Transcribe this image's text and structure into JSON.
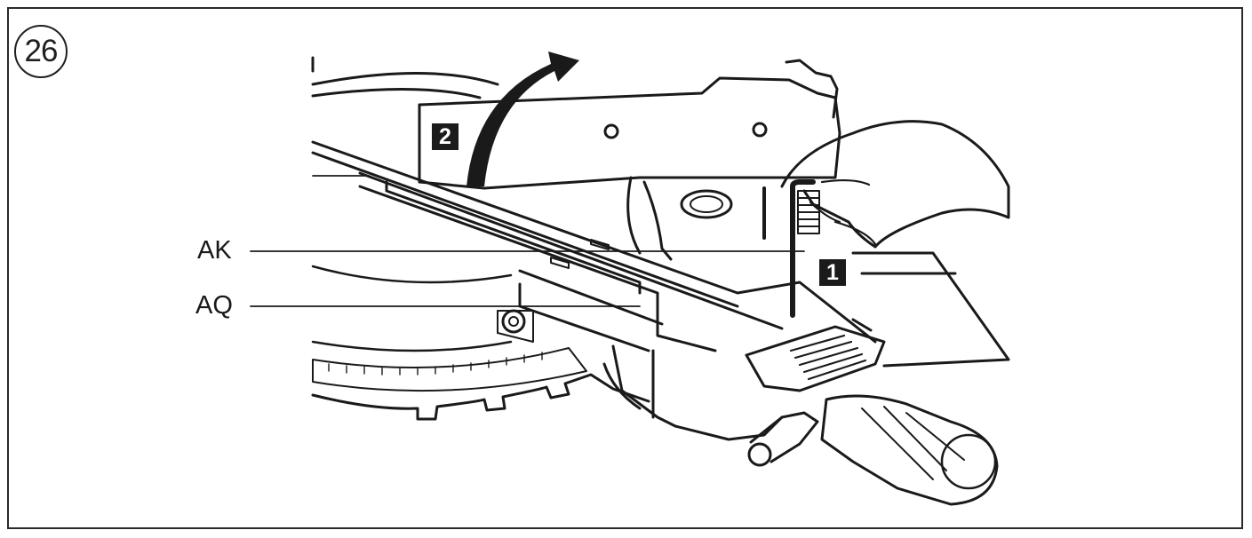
{
  "figure": {
    "number": "26",
    "callouts": [
      {
        "label": "AK"
      },
      {
        "label": "AQ"
      }
    ],
    "steps": [
      {
        "label": "1"
      },
      {
        "label": "2"
      }
    ]
  },
  "colors": {
    "line": "#1a1a1a",
    "badge": "#1b1b1b",
    "background": "#ffffff"
  }
}
